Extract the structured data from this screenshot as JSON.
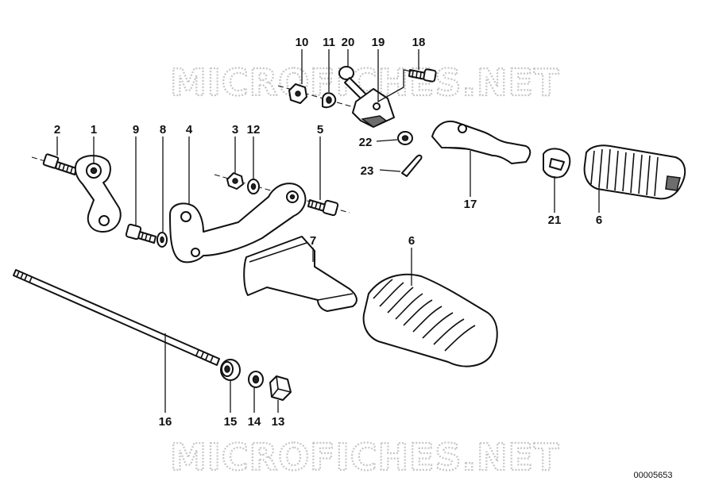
{
  "watermark": "MICROFICHES.NET",
  "diagram_code": "00005653",
  "callouts": {
    "p1": "1",
    "p2": "2",
    "p3": "3",
    "p4": "4",
    "p5": "5",
    "p6a": "6",
    "p6b": "6",
    "p7": "7",
    "p8": "8",
    "p9": "9",
    "p10": "10",
    "p11": "11",
    "p12": "12",
    "p13": "13",
    "p14": "14",
    "p15": "15",
    "p16": "16",
    "p17": "17",
    "p18": "18",
    "p19": "19",
    "p20": "20",
    "p21": "21",
    "p22": "22",
    "p23": "23"
  }
}
